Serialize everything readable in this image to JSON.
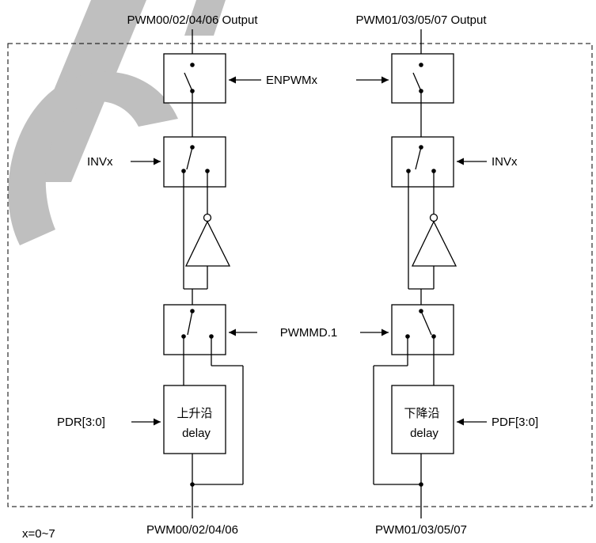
{
  "left": {
    "output_label": "PWM00/02/04/06 Output",
    "input_label": "PWM00/02/04/06",
    "inv_label": "INVx",
    "pdr_label": "PDR[3:0]",
    "delay_box_line1": "上升沿",
    "delay_box_line2": "delay"
  },
  "right": {
    "output_label": "PWM01/03/05/07 Output",
    "input_label": "PWM01/03/05/07",
    "inv_label": "INVx",
    "pdf_label": "PDF[3:0]",
    "delay_box_line1": "下降沿",
    "delay_box_line2": "delay"
  },
  "shared": {
    "enable_label": "ENPWMx",
    "mode_label": "PWMMD.1",
    "index_note": "x=0~7"
  },
  "colors": {
    "line": "#000000",
    "watermark": "#bfbfbf"
  }
}
